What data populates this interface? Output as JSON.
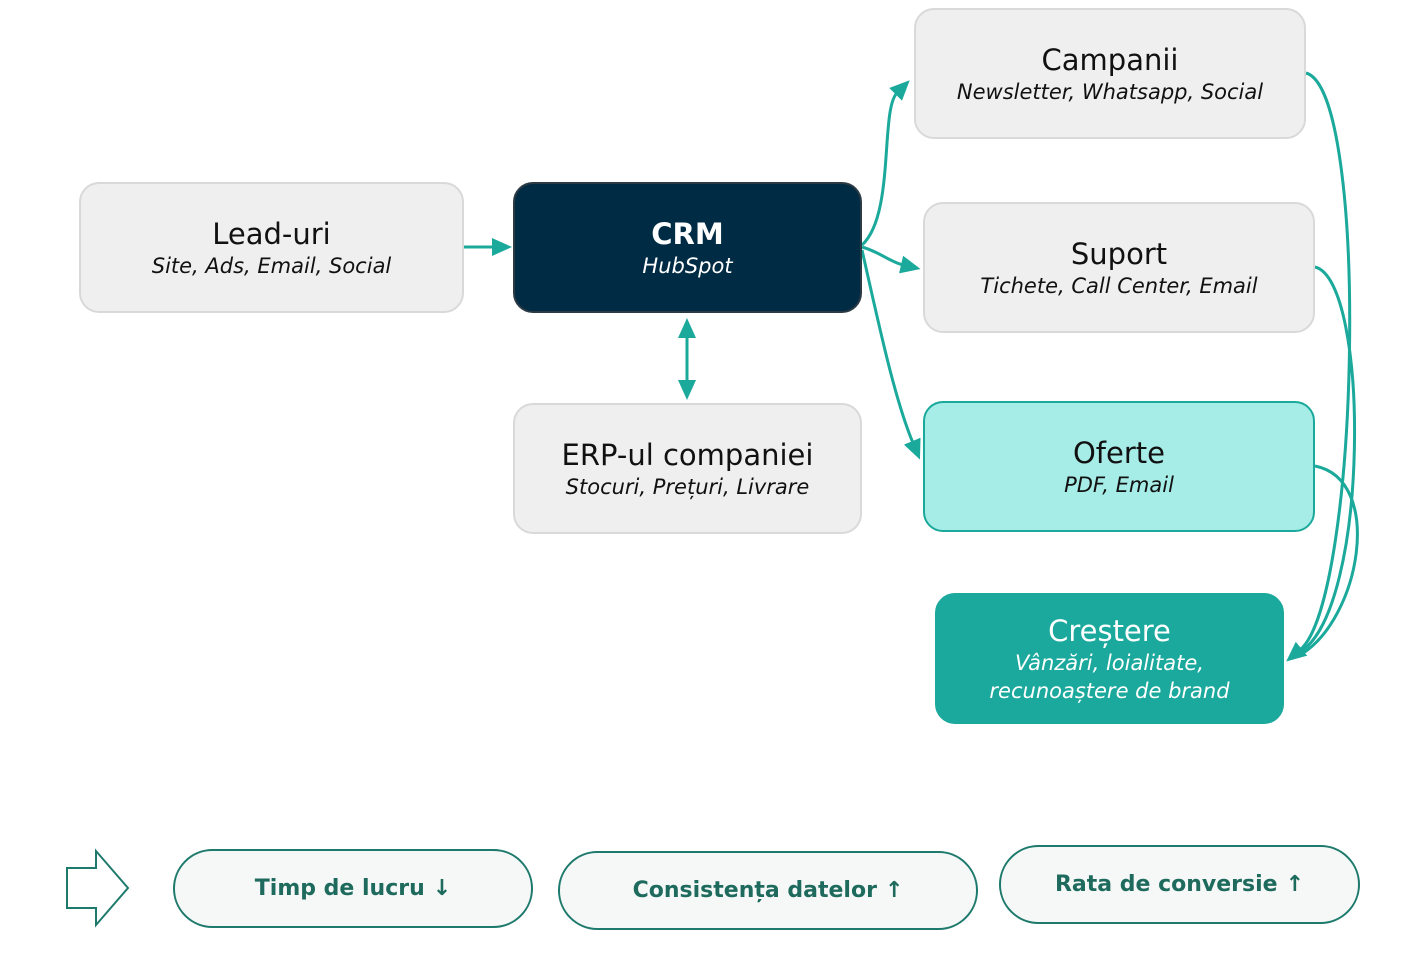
{
  "nodes": {
    "leads": {
      "title": "Lead-uri",
      "subtitle": "Site, Ads, Email, Social"
    },
    "crm": {
      "title": "CRM",
      "subtitle": "HubSpot"
    },
    "erp": {
      "title": "ERP-ul companiei",
      "subtitle": "Stocuri, Prețuri, Livrare"
    },
    "campanii": {
      "title": "Campanii",
      "subtitle": "Newsletter, Whatsapp, Social"
    },
    "suport": {
      "title": "Suport",
      "subtitle": "Tichete, Call Center, Email"
    },
    "oferte": {
      "title": "Oferte",
      "subtitle": "PDF, Email"
    },
    "crestere": {
      "title": "Creștere",
      "subtitle_line1": "Vânzări, loialitate,",
      "subtitle_line2": "recunoaștere de brand"
    }
  },
  "outcomes": [
    {
      "label": "Timp de lucru",
      "arrow": "↓"
    },
    {
      "label": "Consistența datelor",
      "arrow": "↑"
    },
    {
      "label": "Rata de conversie",
      "arrow": "↑"
    }
  ],
  "colors": {
    "accent": "#1ba99d",
    "dark_node": "#002b44",
    "light_node": "#a6ece7",
    "gray_node": "#efefef",
    "pill_text": "#1e6b5e"
  },
  "icons": {
    "outcome_pointer": "outline-right-arrow-icon"
  }
}
